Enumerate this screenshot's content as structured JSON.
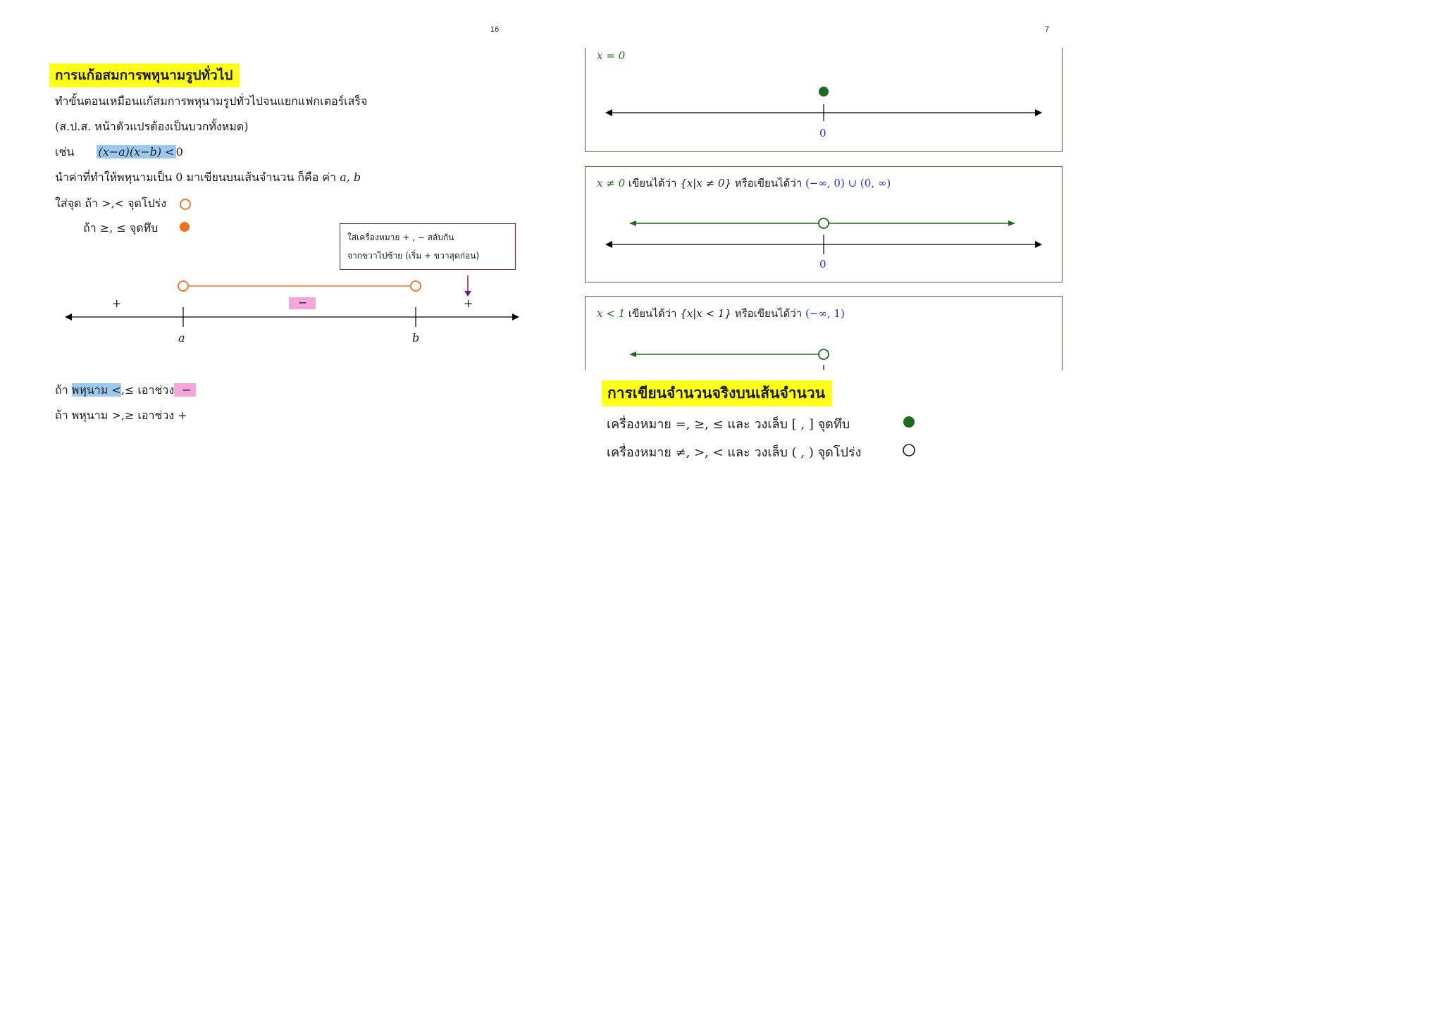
{
  "left_page": {
    "page_number": "16",
    "heading": "การแก้อสมการพหุนามรูปทั่วไป",
    "line1": "ทำขั้นตอนเหมือนแก้สมการพหุนามรูปทั่วไปจนแยกแฟกเตอร์เสร็จ",
    "line2": "(ส.ป.ส. หน้าตัวแปรต้องเป็นบวกทั้งหมด)",
    "example_label": "เช่น",
    "example_expr": "(x−a)(x−b) <",
    "example_rhs": "0",
    "line4_text": "นำค่าที่ทำให้พหุนามเป็น 0 มาเขียนบนเส้นจำนวน ก็คือ ค่า",
    "line4_vars": "a, b",
    "open_rule": "ใส่จุด ถ้า >,< จุดโปร่ง",
    "closed_rule": "ถ้า ≥, ≤ จุดทึบ",
    "callout_line1": "ใส่เครื่องหมาย + , − สลับกัน",
    "callout_line2": "จากขวาไปซ้าย (เริ่ม + ขวาสุดก่อน)",
    "sign_left": "+",
    "sign_middle": "−",
    "sign_right": "+",
    "tick_a": "a",
    "tick_b": "b",
    "rule_lt_prefix": "ถ้า",
    "rule_lt_poly": "พหุนาม <",
    "rule_lt_rest": ",≤ เอาช่วง",
    "rule_lt_sign": " − ",
    "rule_gt": "ถ้า พหุนาม >,≥ เอาช่วง +"
  },
  "right_page": {
    "page_number": "7",
    "box1": {
      "expr": "x = 0",
      "tick": "0"
    },
    "box2": {
      "expr_x": "x ≠ 0",
      "text1": " เขียนได้ว่า ",
      "set": "{x|x ≠ 0}",
      "text2": " หรือเขียนได้ว่า ",
      "interval": "(−∞, 0) ∪ (0, ∞)",
      "tick": "0"
    },
    "box3": {
      "expr_x": "x < 1",
      "text1": " เขียนได้ว่า ",
      "set": "{x|x < 1}",
      "text2": " หรือเขียนได้ว่า ",
      "interval": "(−∞, 1)"
    },
    "heading": "การเขียนจำนวนจริงบนเส้นจำนวน",
    "legend_closed": "เครื่องหมาย =, ≥, ≤ และ วงเล็บ [ , ] จุดทึบ",
    "legend_open": "เครื่องหมาย ≠, >, < และ วงเล็บ ( , ) จุดโปร่ง"
  },
  "colors": {
    "highlight_yellow": "#ffff1a",
    "highlight_blue": "#9cc8ef",
    "highlight_pink": "#f4a6da",
    "orange": "#f07020",
    "green": "#1e6b1e",
    "purple": "#7a1f6a",
    "box_border": "#a0462b"
  }
}
